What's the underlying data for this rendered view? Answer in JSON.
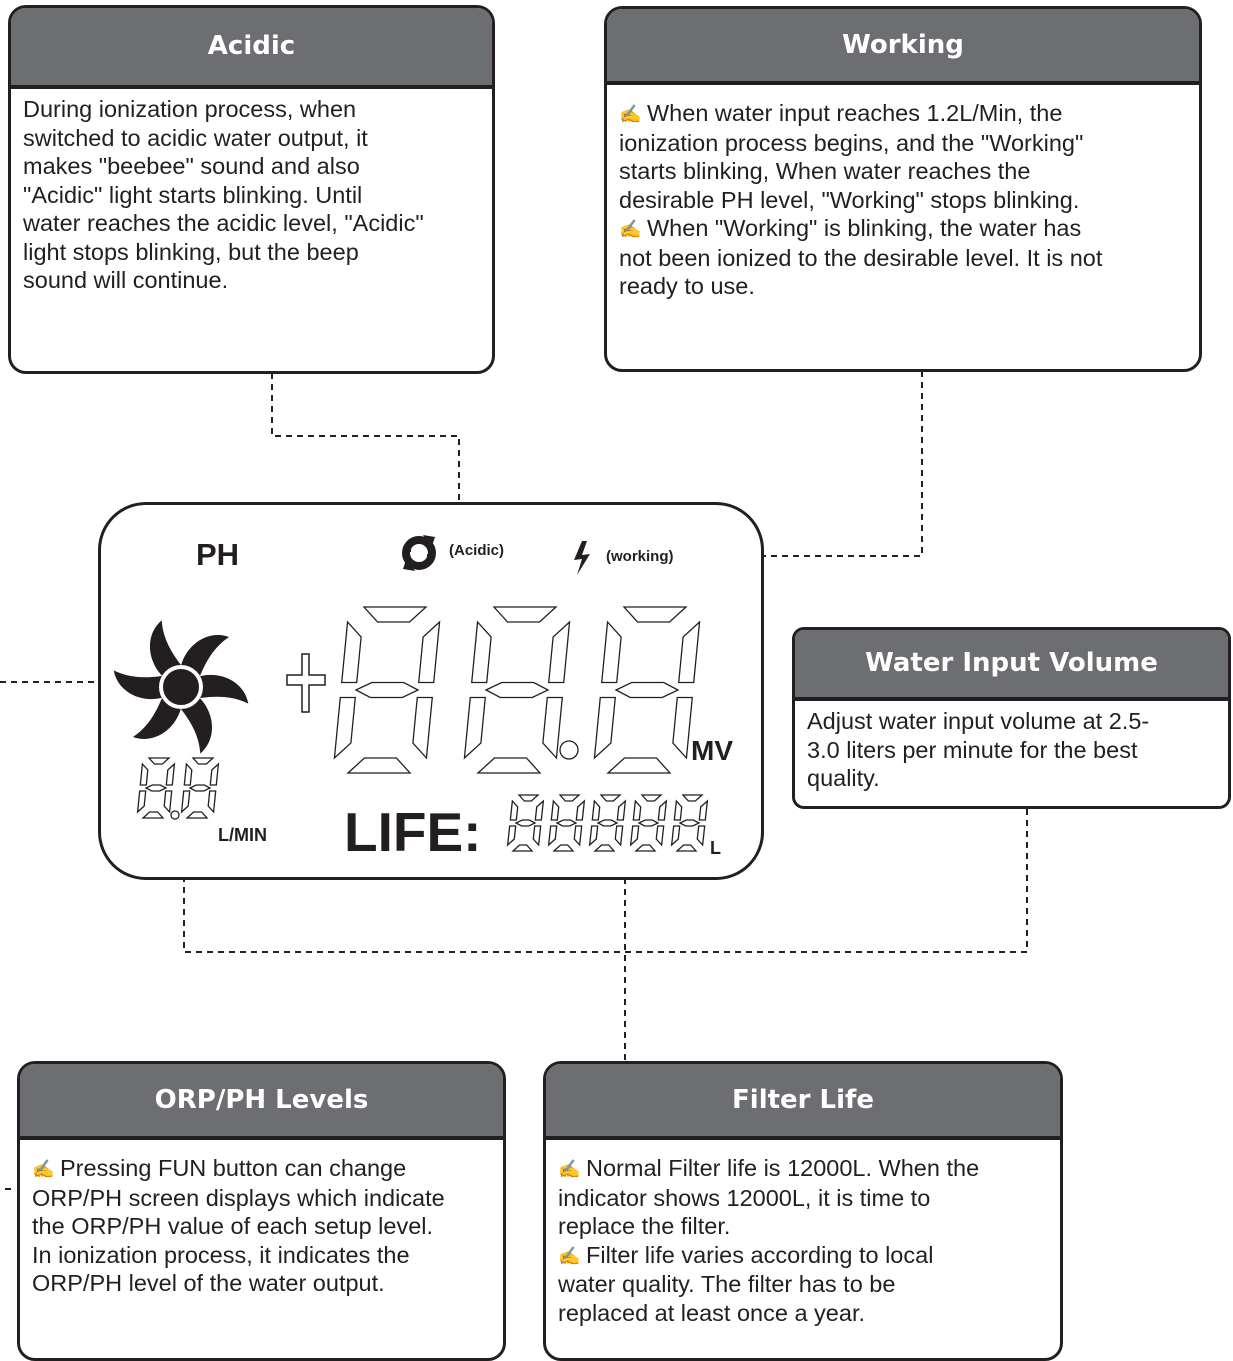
{
  "callouts": {
    "acidic": {
      "title": "Acidic",
      "lines": [
        "During ionization process, when",
        "switched to acidic water output, it",
        "makes \"beebee\" sound and also",
        "\"Acidic\" light starts blinking. Until",
        "water reaches the acidic level, \"Acidic\"",
        "light stops blinking, but the beep",
        "sound will continue."
      ]
    },
    "working": {
      "title": "Working",
      "lines": [
        "When water input reaches 1.2L/Min, the",
        "ionization process begins, and the \"Working\"",
        "starts blinking, When water reaches the",
        "desirable PH level, \"Working\" stops blinking.",
        "When \"Working\" is blinking, the water has",
        "not been ionized to the desirable level. It is not",
        "ready to use."
      ]
    },
    "water_input": {
      "title": "Water Input Volume",
      "lines": [
        "Adjust water input volume at 2.5-",
        "3.0 liters per minute for the best",
        "quality."
      ]
    },
    "orp_ph": {
      "title": "ORP/PH Levels",
      "lines": [
        "Pressing FUN button can change",
        "ORP/PH screen displays which indicate",
        "the ORP/PH value of each setup level.",
        "In ionization process, it indicates the",
        "ORP/PH level of the water output."
      ]
    },
    "filter_life": {
      "title": "Filter Life",
      "lines": [
        "Normal Filter life is 12000L. When the",
        "indicator shows 12000L, it is time to",
        "replace the filter.",
        "Filter life varies according to local",
        "water quality. The filter has to be",
        "replaced at least once a year."
      ]
    }
  },
  "bullet_glyph": "✍",
  "lcd": {
    "ph_label": "PH",
    "acidic_label": "(Acidic)",
    "working_label": "(working)",
    "mv_label": "MV",
    "flow_unit": "L/MIN",
    "life_label": "LIFE:",
    "life_unit": "L"
  },
  "icons": [
    "fan-icon",
    "acidic-cycle-icon",
    "lightning-icon",
    "plus-minus-icon"
  ]
}
